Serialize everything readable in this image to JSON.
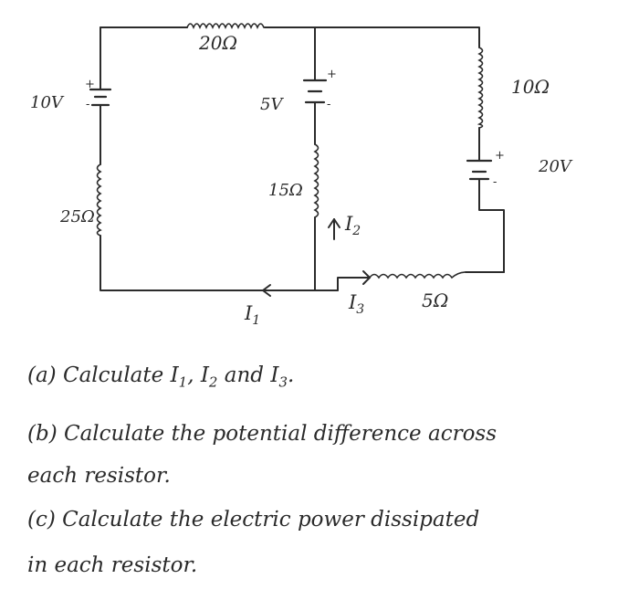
{
  "circuit": {
    "resistors": {
      "r_top": "20Ω",
      "r_right": "10Ω",
      "r_left": "25Ω",
      "r_middle": "15Ω",
      "r_bottom": "5Ω"
    },
    "batteries": {
      "b_left": "10V",
      "b_middle": "5V",
      "b_right": "20V"
    },
    "terminal_plus": "+",
    "terminal_minus": "-",
    "currents": {
      "i1": "I",
      "i1_sub": "1",
      "i2": "I",
      "i2_sub": "2",
      "i3": "I",
      "i3_sub": "3"
    }
  },
  "questions": {
    "a_pre": "(a) Calculate I",
    "a_s1": "1",
    "a_mid": ", I",
    "a_s2": "2",
    "a_and": " and I",
    "a_s3": "3",
    "a_end": ".",
    "b_line1": "(b) Calculate the potential difference across",
    "b_line2": "each resistor.",
    "c_line1": "(c) Calculate the electric power dissipated",
    "c_line2": "in each resistor."
  }
}
